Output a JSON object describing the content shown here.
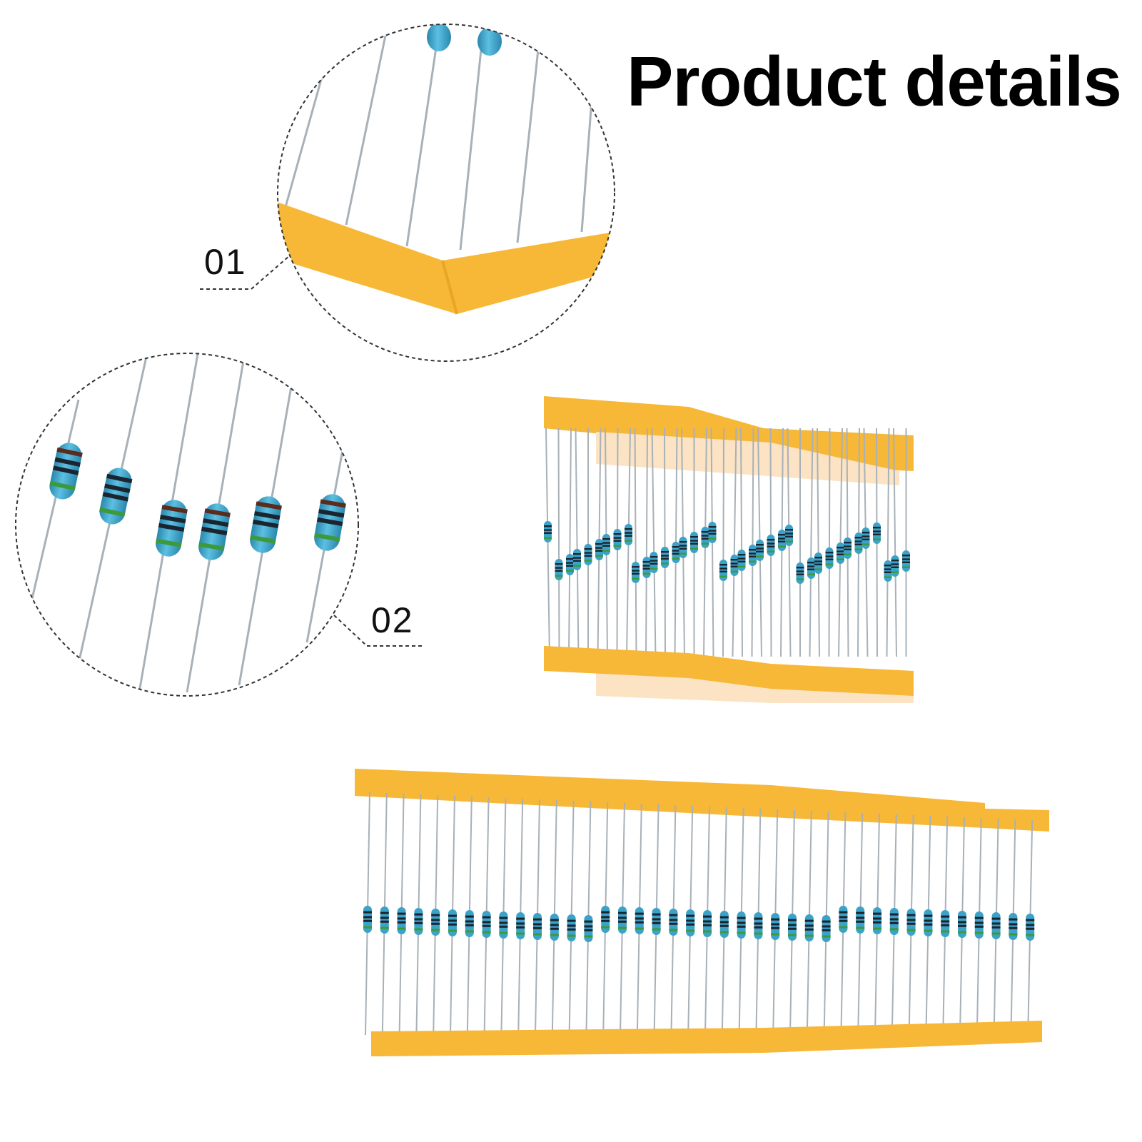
{
  "title": "Product details",
  "callouts": [
    {
      "label": "01",
      "subject": "tape-strip-bend"
    },
    {
      "label": "02",
      "subject": "resistor-bodies"
    }
  ],
  "colors": {
    "tape": "#F7B737",
    "tape_shadow": "#E9A524",
    "resistor_body": "#3BA3C9",
    "band_dark": "#1b2530",
    "band_green": "#3c9a3a",
    "lead": "#a8b1b8",
    "dashed": "#333333"
  },
  "icons": [
    "resistor-icon",
    "tape-strip-icon"
  ]
}
